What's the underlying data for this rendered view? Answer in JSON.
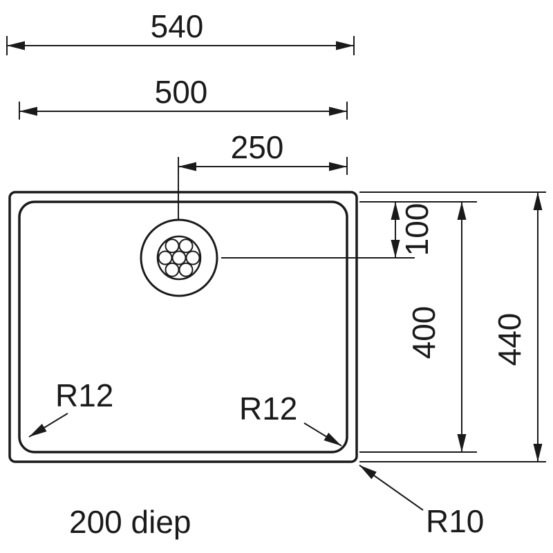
{
  "drawing": {
    "dimensions": {
      "overall_width": "540",
      "inner_width": "500",
      "drain_center_offset": "250",
      "drain_from_top": "100",
      "inner_height": "400",
      "overall_height": "440"
    },
    "radii": {
      "inner_corner_left": "R12",
      "inner_corner_right": "R12",
      "outer_corner": "R10"
    },
    "depth_label": "200 diep",
    "colors": {
      "line": "#1a1a1a",
      "background": "#ffffff"
    }
  }
}
